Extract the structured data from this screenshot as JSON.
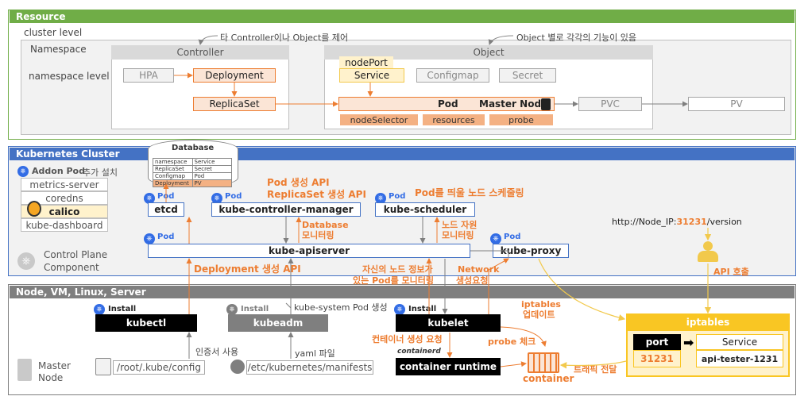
{
  "resource": {
    "title": "Resource",
    "cluster_level": "cluster level",
    "namespace": "Namespace",
    "namespace_level": "namespace  level",
    "controller": "Controller",
    "object": "Object",
    "controller_note": "타 Controller이나 Object를 제어",
    "object_note": "Object 별로 각각의 기능이 있음",
    "hpa": "HPA",
    "deployment": "Deployment",
    "replicaset": "ReplicaSet",
    "nodeport": "nodePort",
    "service": "Service",
    "configmap": "Configmap",
    "secret": "Secret",
    "pod": "Pod",
    "master_node": "Master Node",
    "node_selector": "nodeSelector",
    "resources": "resources",
    "probe": "probe",
    "pvc": "PVC",
    "pv": "PV"
  },
  "cluster": {
    "title": "Kubernetes Cluster",
    "database": {
      "title": "Database",
      "rows": [
        [
          "namespace",
          "Service"
        ],
        [
          "ReplicaSet",
          "Secret"
        ],
        [
          "Configmap",
          "Pod"
        ],
        [
          "Deployment",
          "PV"
        ]
      ]
    },
    "addon_pod": "Addon Pod",
    "addon_install": "추가 설치",
    "addons": [
      "metrics-server",
      "coredns",
      "calico",
      "kube-dashboard"
    ],
    "pod_tag": "Pod",
    "etcd": "etcd",
    "controller_manager": "kube-controller-manager",
    "scheduler": "kube-scheduler",
    "apiserver": "kube-apiserver",
    "proxy": "kube-proxy",
    "control_plane_line1": "Control Plane",
    "control_plane_line2": "Component",
    "pod_create_api": "Pod 생성 API",
    "rs_create_api": "ReplicaSet 생성 API",
    "pod_scheduling": "Pod를 띄울 노드 스케줄링",
    "db_monitor1": "Database",
    "db_monitor2": "모니터링",
    "node_res1": "노드 자원",
    "node_res2": "모니터링",
    "url_prefix": "http://Node_IP:",
    "url_port": "31231",
    "url_suffix": "/version",
    "api_call": "API 호출"
  },
  "node": {
    "title": "Node, VM, Linux, Server",
    "deploy_api": "Deployment  생성 API",
    "node_info1": "자신의 노드 정보가",
    "node_info2": "있는 Pod를 모니터링",
    "network1": "Network",
    "network2": "생성요청",
    "install": "Install",
    "kubectl": "kubectl",
    "kubeadm": "kubeadm",
    "kubelet": "kubelet",
    "kube_system_create": "kube-system Pod 생성",
    "iptables_update1": "iptables",
    "iptables_update2": "업데이트",
    "cert_use": "인증서 사용",
    "yaml_file": "yaml 파일",
    "container_create": "컨테이너 생성 요청",
    "probe_check": "probe 체크",
    "kube_config": "/root/.kube/config",
    "manifests": "/etc/kubernetes/manifests",
    "containerd": "containerd",
    "container_runtime": "container runtime",
    "container": "container",
    "traffic": "트래픽 전달",
    "master_line1": "Master",
    "master_line2": "Node",
    "iptables": "iptables",
    "port": "port",
    "port_value": "31231",
    "svc": "Service",
    "svc_value": "api-tester-1231"
  },
  "colors": {
    "resource_bar": "#70ad47",
    "cluster_bar": "#4472c4",
    "node_bar": "#7f7f7f",
    "accent": "#ed7d31",
    "iptables": "#fbc02d"
  }
}
